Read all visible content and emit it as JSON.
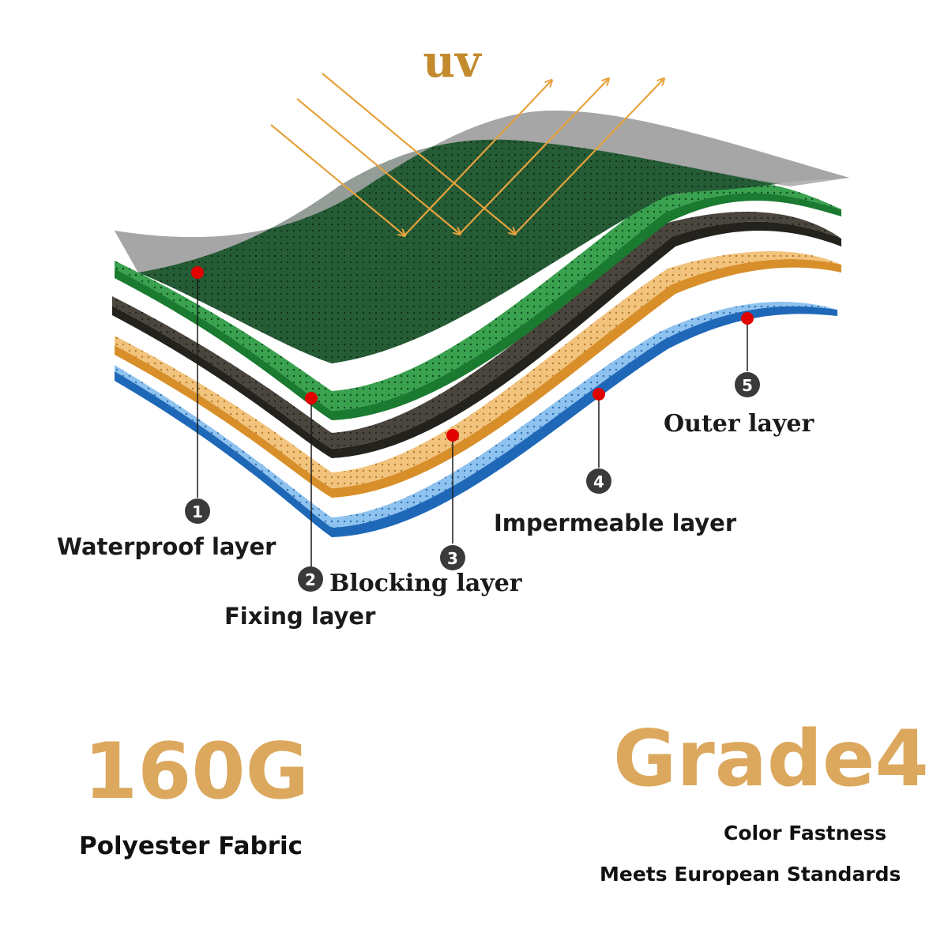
{
  "diagram": {
    "uv_label": "uv",
    "layers": [
      {
        "number": "1",
        "label": "Waterproof layer"
      },
      {
        "number": "2",
        "label": "Fixing layer"
      },
      {
        "number": "3",
        "label": "Blocking layer"
      },
      {
        "number": "4",
        "label": "Impermeable layer"
      },
      {
        "number": "5",
        "label": "Outer layer"
      }
    ]
  },
  "specs": {
    "weight": {
      "value": "160G",
      "caption": "Polyester Fabric"
    },
    "grade": {
      "value": "Grade4",
      "caption_line1": "Color Fastness",
      "caption_line2": "Meets European Standards"
    }
  },
  "colors": {
    "accent": "#dba85e",
    "uv_arrow": "#e6a23c",
    "marker": "#e00000",
    "gray_layer": "#9a9a9a",
    "green_layer": "#2f9a45",
    "dark_layer": "#3d3a33",
    "orange_layer": "#e4a44c",
    "blue_layer": "#7fb8e8"
  }
}
